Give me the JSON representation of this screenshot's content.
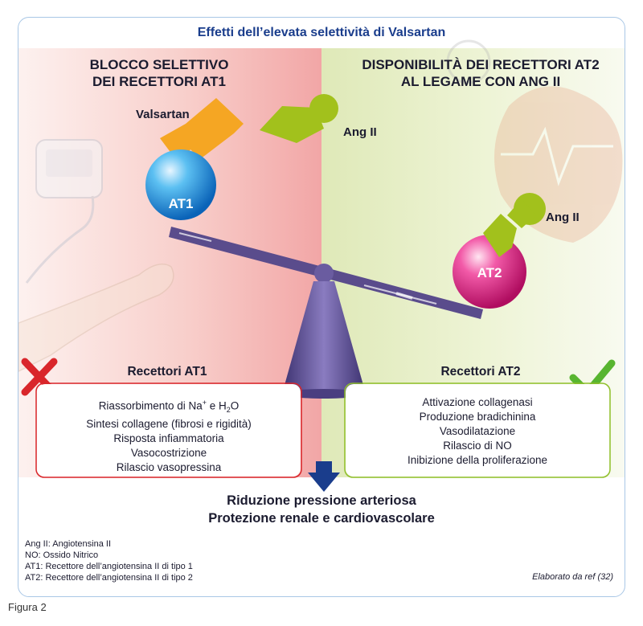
{
  "title": "Effetti dell’elevata selettività di Valsartan",
  "left": {
    "heading_line1": "BLOCCO SELETTIVO",
    "heading_line2": "DEI RECETTORI AT1",
    "drug_label": "Valsartan",
    "ligand_label": "Ang II",
    "receptor_label": "AT1",
    "box_title": "Recettori AT1",
    "items": [
      "Riassorbimento di Na",
      "Sintesi collagene (fibrosi e rigidità)",
      "Risposta infiammatoria",
      "Vasocostrizione",
      "Rilascio vasopressina"
    ],
    "item1_sup": "+",
    "item1_mid": " e H",
    "item1_sub": "2",
    "item1_end": "O"
  },
  "right": {
    "heading_line1": "DISPONIBILITÀ DEI RECETTORI AT2",
    "heading_line2": "AL LEGAME CON ANG II",
    "ligand_label": "Ang II",
    "receptor_label": "AT2",
    "box_title": "Recettori AT2",
    "items": [
      "Attivazione collagenasi",
      "Produzione bradichinina",
      "Vasodilatazione",
      "Rilascio di NO",
      "Inibizione della proliferazione"
    ]
  },
  "result": {
    "line1": "Riduzione pressione arteriosa",
    "line2": "Protezione renale e cardiovascolare"
  },
  "legend": [
    "Ang II: Angiotensina II",
    "NO: Ossido Nitrico",
    "AT1: Recettore dell’angiotensina II di tipo 1",
    "AT2: Recettore dell’angiotensina II di tipo 2"
  ],
  "source": "Elaborato da ref (32)",
  "figure_label": "Figura 2",
  "colors": {
    "title": "#1a3d8c",
    "at1": "#1c8fe0",
    "at2": "#e0187e",
    "angII": "#a2c11c",
    "valsartan": "#f5a623",
    "seesaw": "#5a4c8c",
    "arrow": "#1a3d8c",
    "cross": "#d9262b",
    "check": "#58b530"
  }
}
